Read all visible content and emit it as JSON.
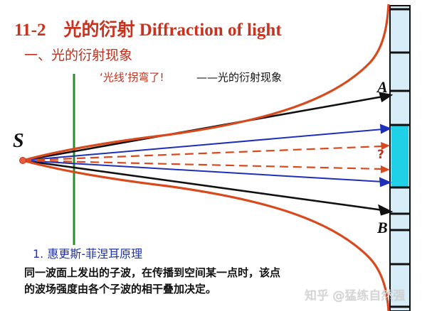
{
  "title": "11-2　光的衍射  Diffraction of light",
  "subtitle": "一、光的衍射现象",
  "caption": {
    "quote": "‘光线’拐弯了!",
    "phenomenon": "——光的衍射现象"
  },
  "labels": {
    "source": "S",
    "point_a": "A",
    "point_b": "B",
    "question": "?"
  },
  "principle": {
    "title": "1. 惠更斯-菲涅耳原理",
    "line1": "同一波面上发出的子波，在传播到空间某一点时，该点",
    "line2": "的波场强度由各个子波的相干叠加决定。"
  },
  "watermark": "知乎 @猛练自然强",
  "colors": {
    "title_red": "#c8321e",
    "curve_red": "#d84a1e",
    "ray_blue": "#1f2fb8",
    "ray_black": "#111111",
    "slit_green": "#2e8b2e",
    "screen_cyan": "#1fd0e6",
    "screen_blue": "#d6ecf7",
    "principle_blue": "#2233aa"
  }
}
